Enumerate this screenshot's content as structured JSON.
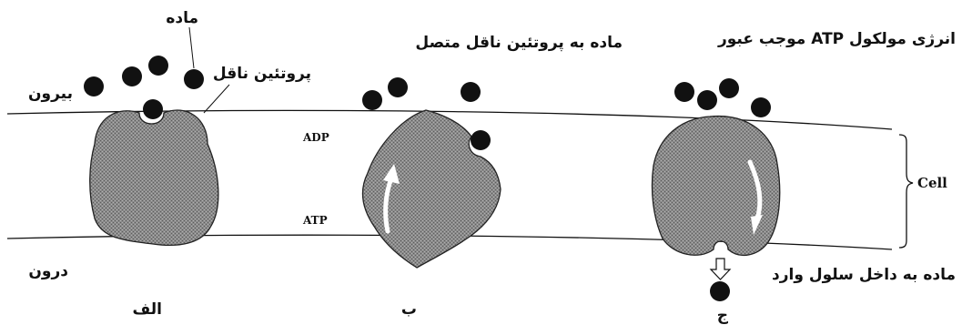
{
  "labels": {
    "substance": "ماده",
    "outside": "بیرون",
    "carrier_protein": "پروتئین ناقل",
    "inside": "درون",
    "panel_a": "الف",
    "substance_binds": "ماده به پروتئین  ناقل متصل",
    "panel_b": "ب",
    "atp_energy": "انرژی مولکول ATP موجب عبور",
    "substance_enters": "ماده به داخل سلول وارد",
    "panel_c": "ج",
    "adp": "ADP",
    "atp": "ATP",
    "cell": "Cell"
  }
}
